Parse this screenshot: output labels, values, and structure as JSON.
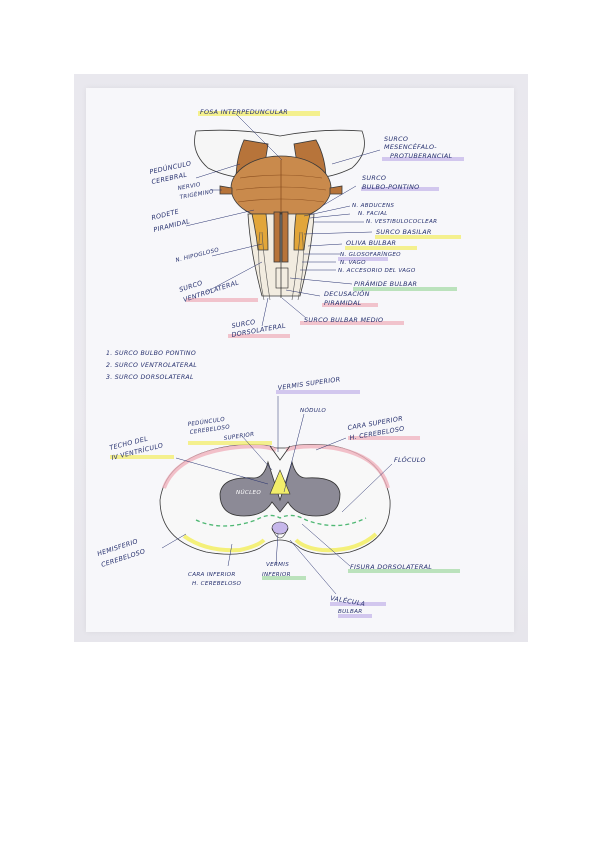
{
  "colors": {
    "ink": "#26306e",
    "brown": "#b7743a",
    "brown_dark": "#8a4e1f",
    "orange": "#e2a63a",
    "yellow_hl": "#f3ee6a",
    "pink_hl": "#f0b2bd",
    "purple_hl": "#c6b7ea",
    "green_hl": "#a8dba8",
    "gray_ventricle": "#8c8a96",
    "dash_green": "#4fb874"
  },
  "top_diagram": {
    "labels": {
      "fosa": "FOSA INTERPEDUNCULAR",
      "surco_mes_1": "SURCO",
      "surco_mes_2": "MESENCÉFALO-",
      "surco_mes_3": "PROTUBERANCIAL",
      "pedunculo_1": "PEDÚNCULO",
      "pedunculo_2": "CEREBRAL",
      "nervio_trig_1": "NERVIO",
      "nervio_trig_2": "TRIGÉMINO",
      "surco_bp_1": "SURCO",
      "surco_bp_2": "BULBO-PONTINO",
      "rodete_1": "RODETE",
      "rodete_2": "PIRAMIDAL",
      "n_abducens": "N. ABDUCENS",
      "n_facial": "N. FACIAL",
      "n_vestibulo": "N. VESTIBULOCOCLEAR",
      "surco_basilar": "SURCO BASILAR",
      "n_hipogloso": "N. HIPOGLOSO",
      "oliva": "OLIVA BULBAR",
      "n_gloso": "N. GLOSOFARÍNGEO",
      "n_vago": "N. VAGO",
      "n_accesorio": "N. ACCESORIO DEL VAGO",
      "piramide": "PIRÁMIDE BULBAR",
      "surco_vl_1": "SURCO",
      "surco_vl_2": "VENTROLATERAL",
      "decusacion_1": "DECUSACIÓN",
      "decusacion_2": "PIRAMIDAL",
      "surco_dl_1": "SURCO",
      "surco_dl_2": "DORSOLATERAL",
      "surco_bm": "SURCO BULBAR MEDIO"
    },
    "legend": [
      "1. SURCO BULBO PONTINO",
      "2. SURCO VENTROLATERAL",
      "3. SURCO DORSOLATERAL"
    ]
  },
  "bottom_diagram": {
    "labels": {
      "vermis_sup": "VERMIS SUPERIOR",
      "nodulo": "NÓDULO",
      "pedunculo_cb_1": "PEDÚNCULO",
      "pedunculo_cb_2": "CEREBELOSO",
      "pedunculo_cb_3": "SUPERIOR",
      "techo_1": "TECHO DEL",
      "techo_2": "IV VENTRÍCULO",
      "cara_sup_1": "CARA SUPERIOR",
      "cara_sup_2": "H. CEREBELOSO",
      "floculo": "FLÓCULO",
      "hemisferio_1": "HEMISFERIO",
      "hemisferio_2": "CEREBELOSO",
      "cara_inf_1": "CARA INFERIOR",
      "cara_inf_2": "H. CEREBELOSO",
      "vermis_inf_1": "VERMIS",
      "vermis_inf_2": "INFERIOR",
      "fisura": "FISURA DORSOLATERAL",
      "valecula_1": "VALÉCULA",
      "valecula_2": "BULBAR",
      "nuclei": "NÚCLEO"
    }
  }
}
